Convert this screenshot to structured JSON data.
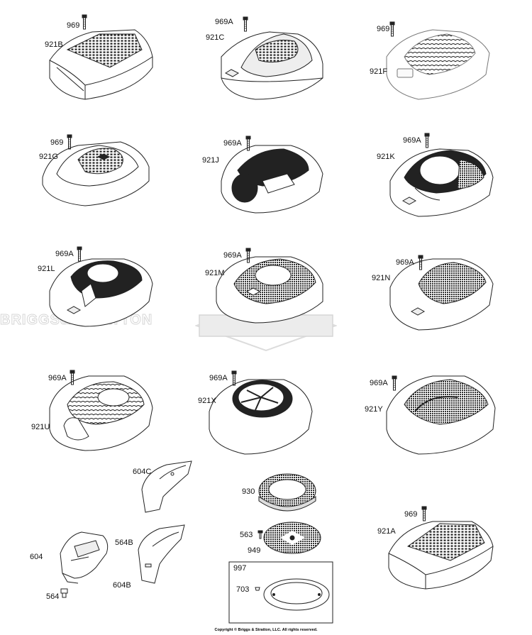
{
  "watermark": {
    "text": "BRIGGS&STRATTON"
  },
  "copyright": "Copyright © Briggs & Stratton, LLC. All rights reserved.",
  "labels": {
    "p969_1": "969",
    "p921B": "921B",
    "p969A_1": "969A",
    "p921C": "921C",
    "p969_2": "969",
    "p921F": "921F",
    "p969_3": "969",
    "p921G": "921G",
    "p969A_2": "969A",
    "p921J": "921J",
    "p969A_3": "969A",
    "p921K": "921K",
    "p969A_4": "969A",
    "p921L": "921L",
    "p969A_5": "969A",
    "p921M": "921M",
    "p969A_6": "969A",
    "p921N": "921N",
    "p969A_7": "969A",
    "p921U": "921U",
    "p969A_8": "969A",
    "p921X": "921X",
    "p969A_9": "969A",
    "p921Y": "921Y",
    "p604C": "604C",
    "p930": "930",
    "p563": "563",
    "p949": "949",
    "p969_4": "969",
    "p921A": "921A",
    "p604": "604",
    "p564B": "564B",
    "p997": "997",
    "p564": "564",
    "p604B": "604B",
    "p703": "703"
  }
}
